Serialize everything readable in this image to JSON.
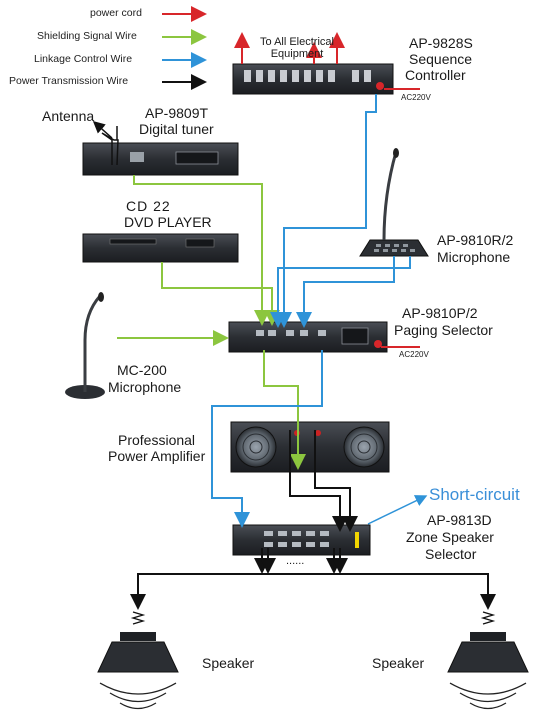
{
  "legend": [
    {
      "label": "power cord",
      "color": "#d8262a"
    },
    {
      "label": "Shielding Signal Wire",
      "color": "#8cc63f"
    },
    {
      "label": "Linkage Control Wire",
      "color": "#2f93d8"
    },
    {
      "label": "Power Transmission Wire",
      "color": "#111111"
    }
  ],
  "devices": {
    "sequence_controller": {
      "model": "AP-9828S",
      "name_line1": "Sequence",
      "name_line2": "Controller",
      "power": "AC220V"
    },
    "equipment_note": {
      "line1": "To All Electrical",
      "line2": "Equipment"
    },
    "tuner": {
      "model": "AP-9809T",
      "name": "Digital tuner",
      "antenna": "Antenna"
    },
    "dvd": {
      "model": "CD 22",
      "name": "DVD PLAYER"
    },
    "paging_mic": {
      "model": "AP-9810R/2",
      "name": "Microphone"
    },
    "paging_selector": {
      "model": "AP-9810P/2",
      "name": "Paging Selector",
      "power": "AC220V"
    },
    "mc_mic": {
      "model": "MC-200",
      "name": "Microphone"
    },
    "amplifier": {
      "line1": "Professional",
      "line2": "Power Amplifier"
    },
    "zone_selector": {
      "model": "AP-9813D",
      "name_line1": "Zone Speaker",
      "name_line2": "Selector",
      "dots": "......",
      "short_circuit": "Short-circuit"
    },
    "speakers": [
      {
        "label": "Speaker"
      },
      {
        "label": "Speaker"
      }
    ]
  }
}
